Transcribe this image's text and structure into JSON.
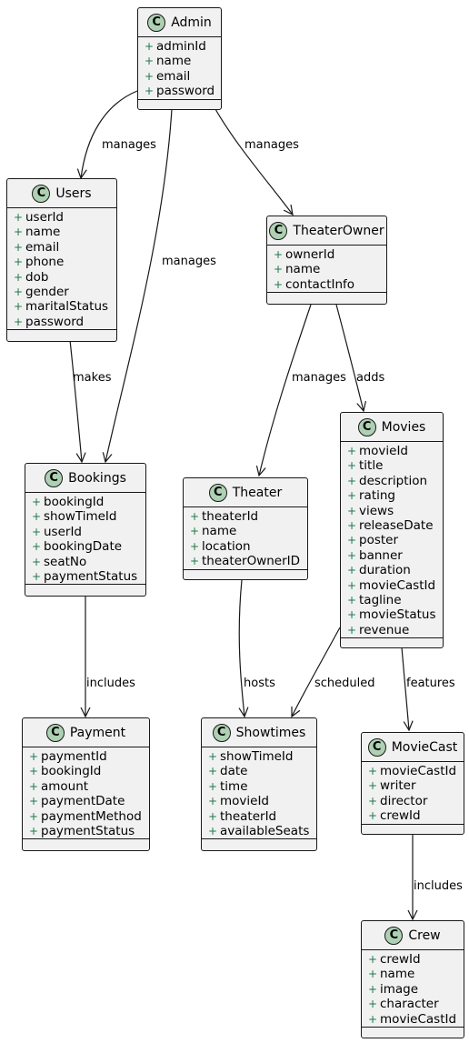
{
  "diagram": {
    "classes": {
      "admin": {
        "name": "Admin",
        "attrs": [
          "adminId",
          "name",
          "email",
          "password"
        ]
      },
      "users": {
        "name": "Users",
        "attrs": [
          "userId",
          "name",
          "email",
          "phone",
          "dob",
          "gender",
          "maritalStatus",
          "password"
        ]
      },
      "theaterowner": {
        "name": "TheaterOwner",
        "attrs": [
          "ownerId",
          "name",
          "contactInfo"
        ]
      },
      "bookings": {
        "name": "Bookings",
        "attrs": [
          "bookingId",
          "showTimeId",
          "userId",
          "bookingDate",
          "seatNo",
          "paymentStatus"
        ]
      },
      "theater": {
        "name": "Theater",
        "attrs": [
          "theaterId",
          "name",
          "location",
          "theaterOwnerID"
        ]
      },
      "movies": {
        "name": "Movies",
        "attrs": [
          "movieId",
          "title",
          "description",
          "rating",
          "views",
          "releaseDate",
          "poster",
          "banner",
          "duration",
          "movieCastId",
          "tagline",
          "movieStatus",
          "revenue"
        ]
      },
      "payment": {
        "name": "Payment",
        "attrs": [
          "paymentId",
          "bookingId",
          "amount",
          "paymentDate",
          "paymentMethod",
          "paymentStatus"
        ]
      },
      "showtimes": {
        "name": "Showtimes",
        "attrs": [
          "showTimeId",
          "date",
          "time",
          "movieId",
          "theaterId",
          "availableSeats"
        ]
      },
      "moviecast": {
        "name": "MovieCast",
        "attrs": [
          "movieCastId",
          "writer",
          "director",
          "crewId"
        ]
      },
      "crew": {
        "name": "Crew",
        "attrs": [
          "crewId",
          "name",
          "image",
          "character",
          "movieCastId"
        ]
      }
    },
    "class_badge": "C",
    "visibility_symbol": "+",
    "relations": [
      {
        "from": "Admin",
        "to": "Users",
        "label": "manages"
      },
      {
        "from": "Admin",
        "to": "Bookings",
        "label": "manages"
      },
      {
        "from": "Admin",
        "to": "TheaterOwner",
        "label": "manages"
      },
      {
        "from": "Users",
        "to": "Bookings",
        "label": "makes"
      },
      {
        "from": "TheaterOwner",
        "to": "Theater",
        "label": "manages"
      },
      {
        "from": "TheaterOwner",
        "to": "Movies",
        "label": "adds"
      },
      {
        "from": "Bookings",
        "to": "Payment",
        "label": "includes"
      },
      {
        "from": "Theater",
        "to": "Showtimes",
        "label": "hosts"
      },
      {
        "from": "Movies",
        "to": "Showtimes",
        "label": "scheduled"
      },
      {
        "from": "Movies",
        "to": "MovieCast",
        "label": "features"
      },
      {
        "from": "MovieCast",
        "to": "Crew",
        "label": "includes"
      }
    ],
    "colors": {
      "box_fill": "#f1f1f1",
      "border": "#181818",
      "badge": "#add1b2",
      "visibility": "#1a7a4a"
    }
  }
}
